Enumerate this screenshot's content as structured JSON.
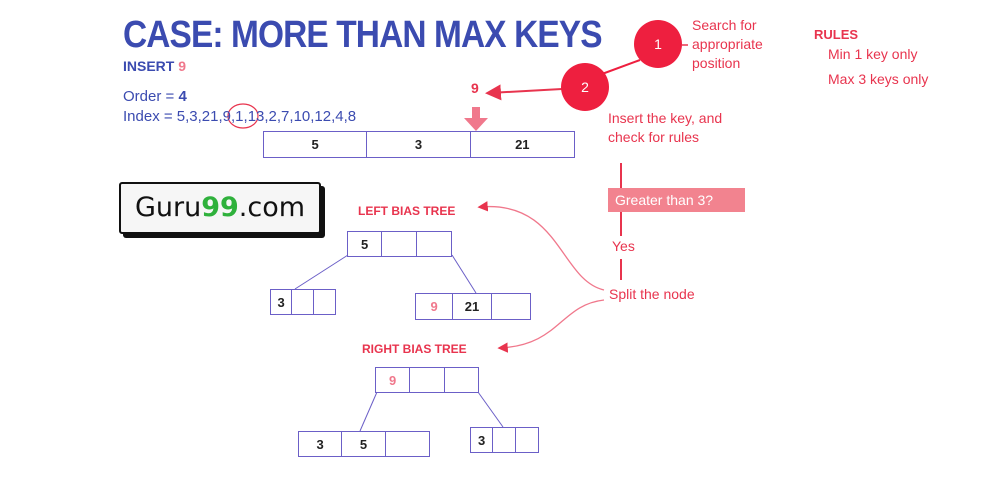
{
  "title": "CASE: MORE THAN MAX KEYS",
  "insert": {
    "label": "INSERT",
    "value": "9"
  },
  "order": {
    "label": "Order = ",
    "value": "4"
  },
  "index": {
    "prefix": "Index = 5,3,21,",
    "highlight": "9",
    "suffix": ",1,13,2,7,10,12,4,8"
  },
  "new_key": "9",
  "current_node": [
    "5",
    "3",
    "21"
  ],
  "steps": [
    {
      "number": "1",
      "text": "Search for\nappropriate\nposition"
    },
    {
      "number": "2",
      "text": "Insert the key, and\ncheck for rules"
    }
  ],
  "rules": {
    "heading": "RULES",
    "min": "Min 1 key only",
    "max": "Max 3 keys only"
  },
  "flow": {
    "question": "Greater than 3?",
    "answer": "Yes",
    "action": "Split the node"
  },
  "logo": {
    "brand": "Guru",
    "number": "99",
    "suffix": ".com"
  },
  "left_tree": {
    "title": "LEFT BIAS TREE",
    "root": [
      "5",
      "",
      ""
    ],
    "left_child": [
      "3",
      "",
      ""
    ],
    "right_child": [
      "9",
      "21",
      ""
    ]
  },
  "right_tree": {
    "title": "RIGHT BIAS TREE",
    "root": [
      "9",
      "",
      ""
    ],
    "left_child": [
      "3",
      "5",
      ""
    ],
    "right_child": [
      "3",
      "",
      ""
    ]
  },
  "colors": {
    "title_blue": "#3b4bb0",
    "accent_red": "#e8344e",
    "circle_red": "#ee1f3f",
    "node_border": "#6b5fc7",
    "pink": "#f0788c"
  }
}
